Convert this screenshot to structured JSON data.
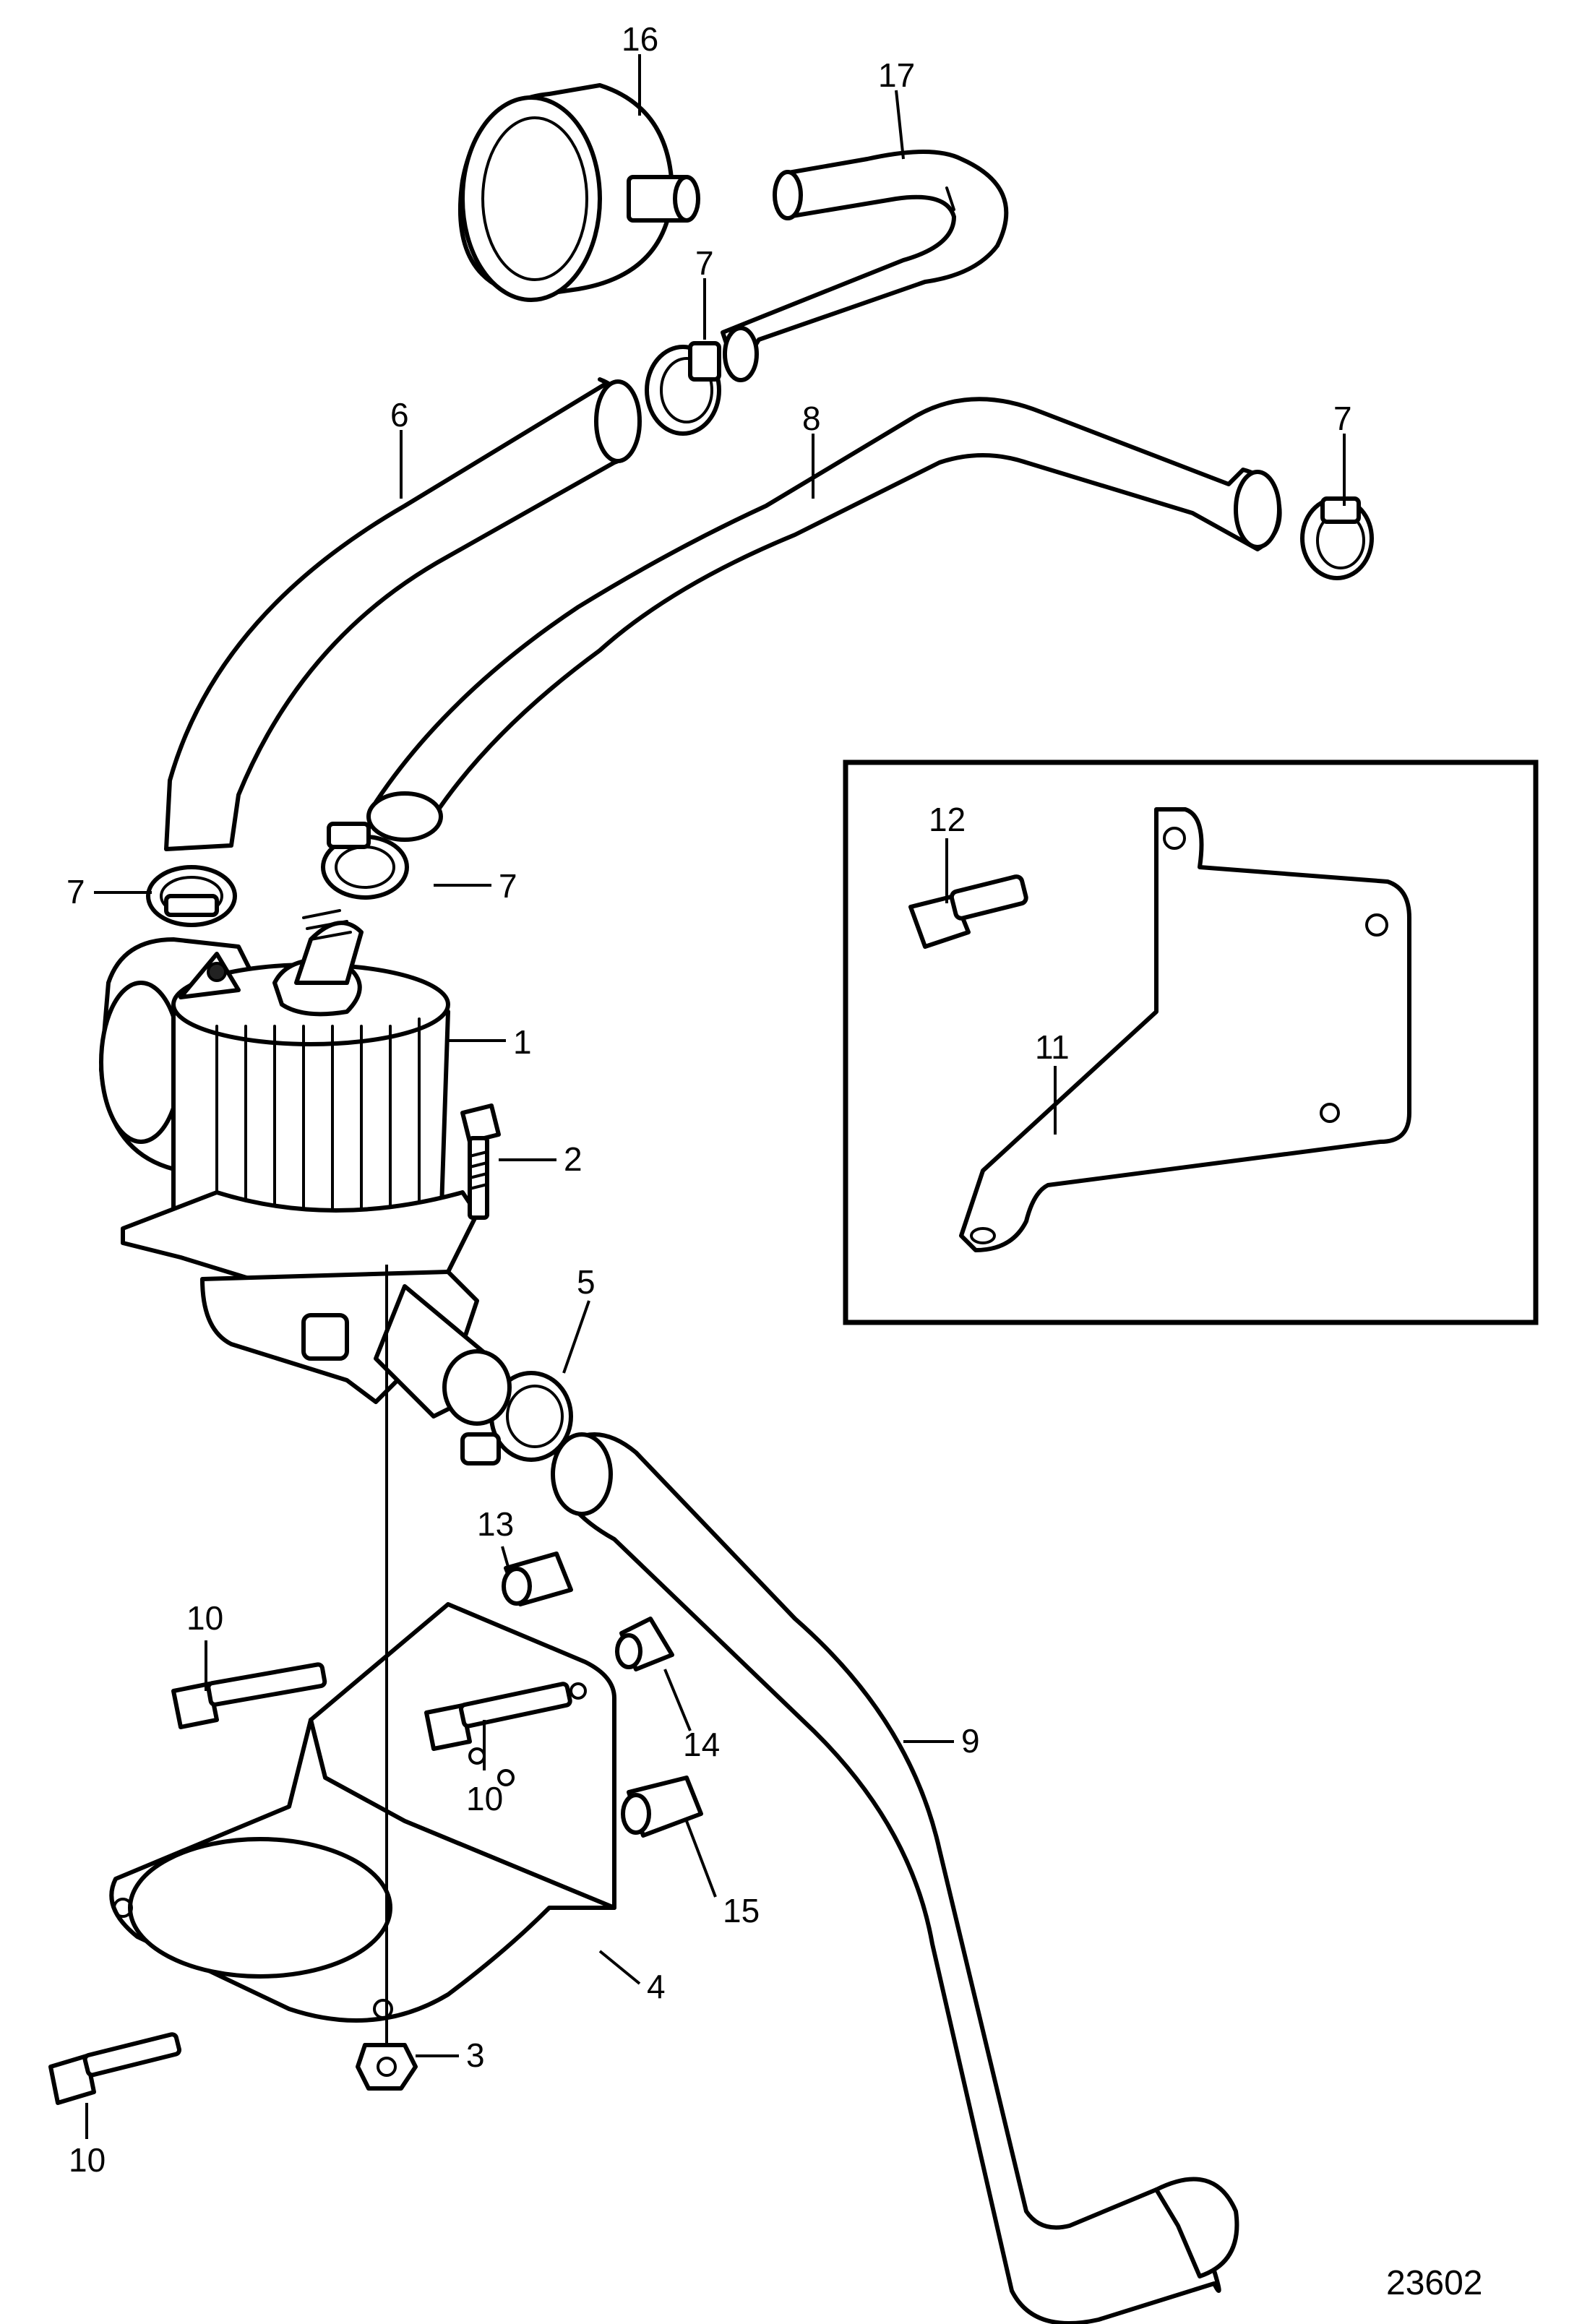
{
  "figure": {
    "number": "23602"
  },
  "callouts": [
    {
      "id": "c16",
      "label": "16"
    },
    {
      "id": "c17",
      "label": "17"
    },
    {
      "id": "c7a",
      "label": "7"
    },
    {
      "id": "c6",
      "label": "6"
    },
    {
      "id": "c8",
      "label": "8"
    },
    {
      "id": "c7b",
      "label": "7"
    },
    {
      "id": "c7c",
      "label": "7"
    },
    {
      "id": "c7d",
      "label": "7"
    },
    {
      "id": "c1",
      "label": "1"
    },
    {
      "id": "c2",
      "label": "2"
    },
    {
      "id": "c5",
      "label": "5"
    },
    {
      "id": "c12",
      "label": "12"
    },
    {
      "id": "c11",
      "label": "11"
    },
    {
      "id": "c13",
      "label": "13"
    },
    {
      "id": "c10a",
      "label": "10"
    },
    {
      "id": "c14",
      "label": "14"
    },
    {
      "id": "c10b",
      "label": "10"
    },
    {
      "id": "c9",
      "label": "9"
    },
    {
      "id": "c15",
      "label": "15"
    },
    {
      "id": "c4",
      "label": "4"
    },
    {
      "id": "c3",
      "label": "3"
    },
    {
      "id": "c10c",
      "label": "10"
    }
  ]
}
